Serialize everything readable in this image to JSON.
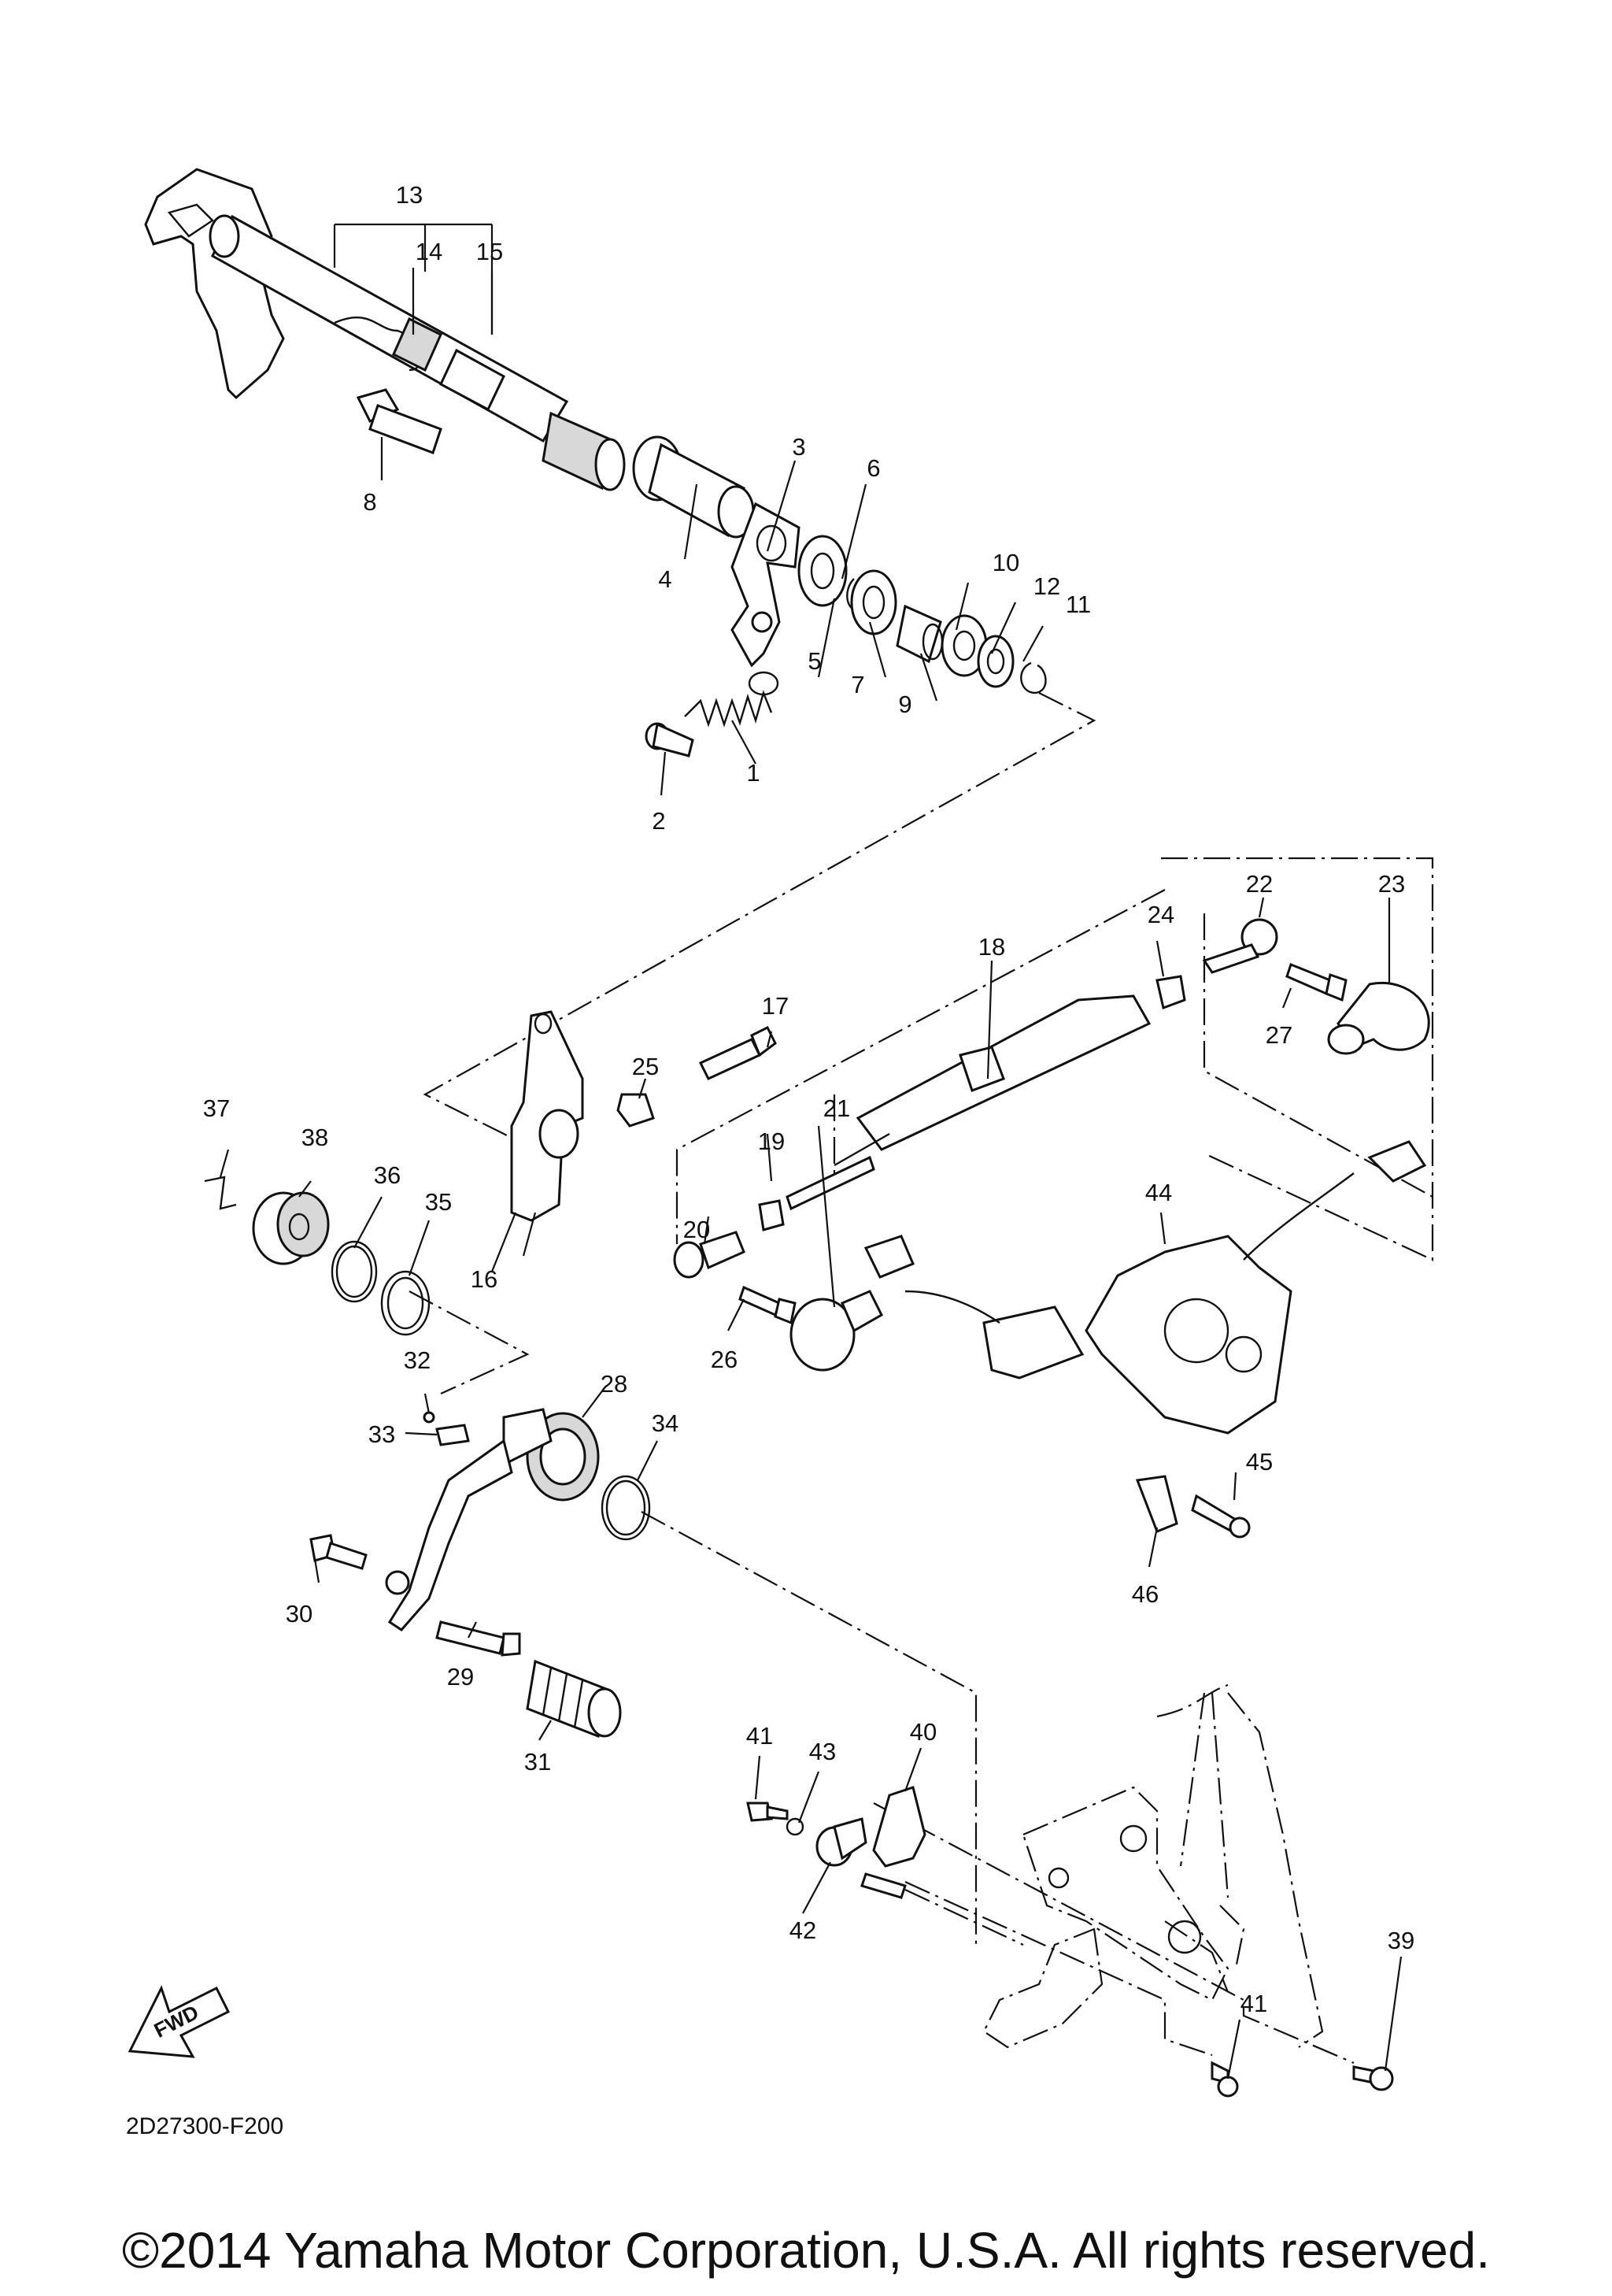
{
  "diagram_code": "2D27300-F200",
  "fwd_label": "FWD",
  "copyright": "©2014 Yamaha Motor Corporation, U.S.A. All rights reserved.",
  "parts": {
    "p1": "1",
    "p2": "2",
    "p3": "3",
    "p4": "4",
    "p5": "5",
    "p6": "6",
    "p7": "7",
    "p8": "8",
    "p9": "9",
    "p10": "10",
    "p11": "11",
    "p12": "12",
    "p13": "13",
    "p14": "14",
    "p15": "15",
    "p16": "16",
    "p17": "17",
    "p18": "18",
    "p19": "19",
    "p20": "20",
    "p21": "21",
    "p22": "22",
    "p23": "23",
    "p24": "24",
    "p25": "25",
    "p26": "26",
    "p27": "27",
    "p28": "28",
    "p29": "29",
    "p30": "30",
    "p31": "31",
    "p32": "32",
    "p33": "33",
    "p34": "34",
    "p35": "35",
    "p36": "36",
    "p37": "37",
    "p38": "38",
    "p39": "39",
    "p40": "40",
    "p41a": "41",
    "p41b": "41",
    "p42": "42",
    "p43": "43",
    "p44": "44",
    "p45": "45",
    "p46": "46"
  }
}
